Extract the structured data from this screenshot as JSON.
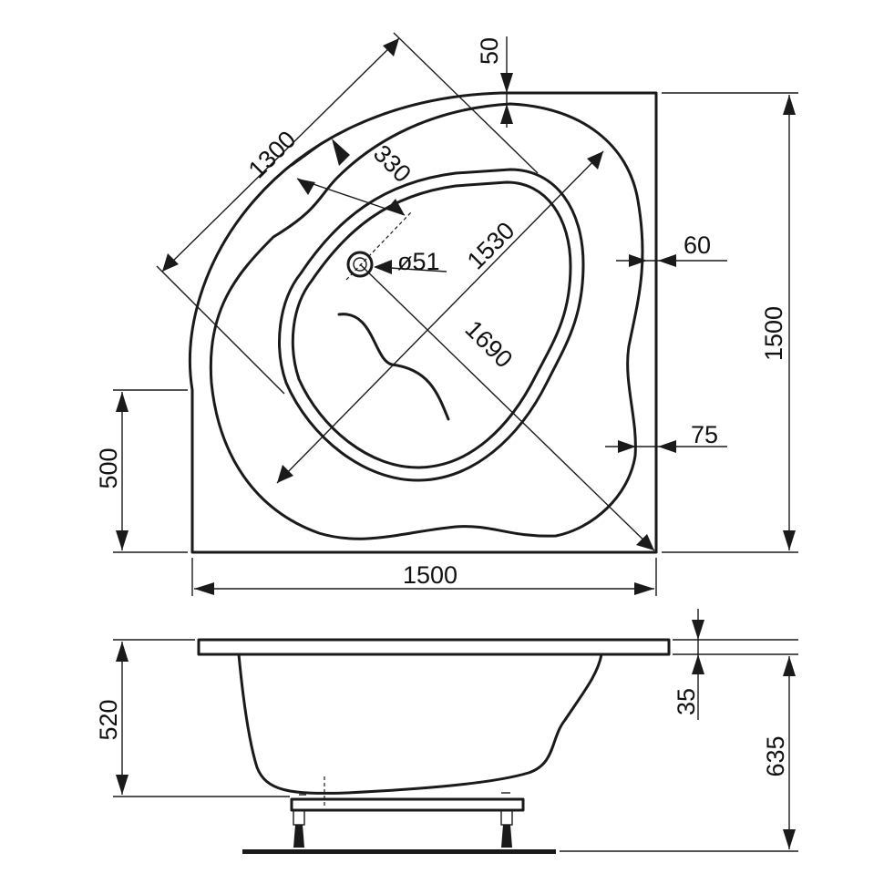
{
  "drawing": {
    "top_view": {
      "dims": {
        "rim_depth": "1300",
        "top_rim": "50",
        "drain_offset": "330",
        "inner_length": "1530",
        "drain_diameter": "ø51",
        "diagonal": "1690",
        "side_rim": "60",
        "side_rim_lower": "75",
        "height": "1500",
        "straight_side": "500",
        "width": "1500"
      }
    },
    "side_view": {
      "dims": {
        "depth": "520",
        "rim_thickness": "35",
        "total_height": "635"
      }
    }
  }
}
